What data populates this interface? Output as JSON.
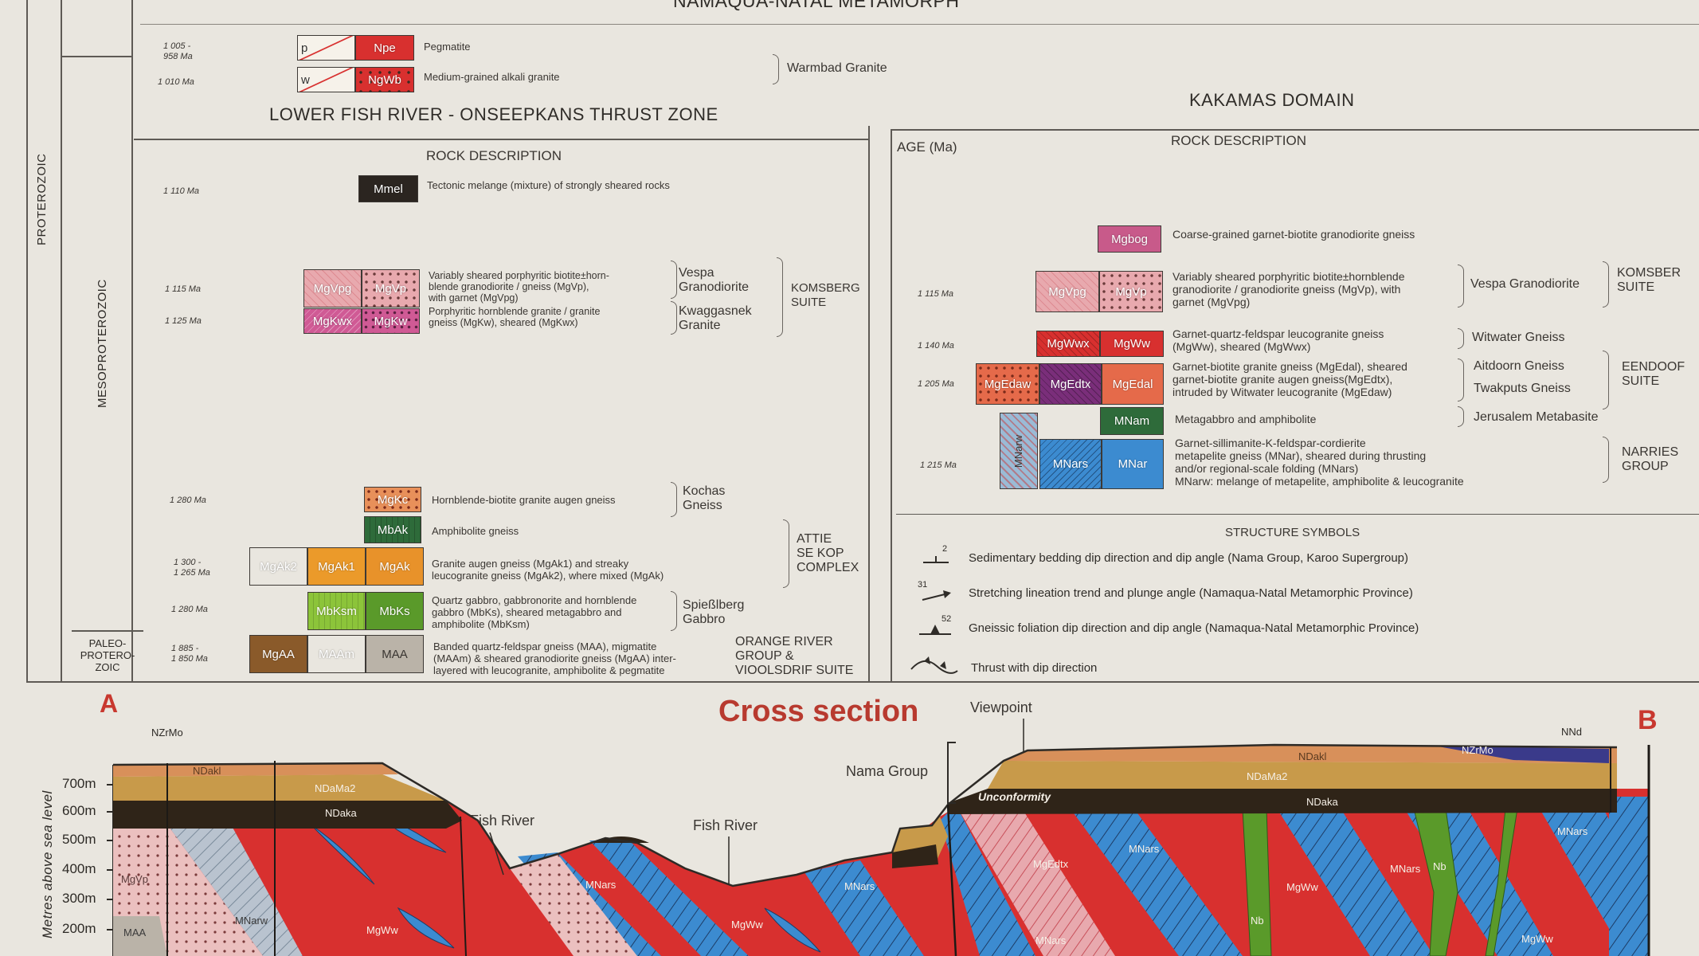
{
  "top_title": "NAMAQUA-NATAL METAMORPH",
  "warmbad": {
    "rows": [
      {
        "age": "1 005 -\n958 Ma",
        "code_left": "p",
        "code": "Npe",
        "desc": "Pegmatite",
        "color": "#d8302f"
      },
      {
        "age": "1 010 Ma",
        "code_left": "w",
        "code": "NgWb",
        "desc": "Medium-grained alkali granite",
        "color": "#d8302f"
      }
    ],
    "group": "Warmbad Granite"
  },
  "eras": {
    "proterozoic": "PROTEROZOIC",
    "mesoproterozoic": "MESOPROTEROZOIC",
    "paleo": "PALEO-\nPROTERO-\nZOIC"
  },
  "left_panel": {
    "title": "LOWER FISH RIVER - ONSEEPKANS THRUST ZONE",
    "rock_desc_header": "ROCK DESCRIPTION",
    "mmel": {
      "age": "1 110 Ma",
      "code": "Mmel",
      "desc": "Tectonic melange (mixture) of strongly sheared rocks"
    },
    "vespa": {
      "age": "1 115 Ma",
      "codes": [
        "MgVpg",
        "MgVp"
      ],
      "desc": "Variably sheared porphyritic biotite±horn-\nblende granodiorite / gneiss (MgVp),\nwith garnet (MgVpg)",
      "group": "Vespa\nGranodiorite"
    },
    "kwagg": {
      "age": "1 125 Ma",
      "codes": [
        "MgKwx",
        "MgKw"
      ],
      "desc": "Porphyritic hornblende granite / granite\ngneiss (MgKw), sheared (MgKwx)",
      "group": "Kwaggasnek\nGranite"
    },
    "komsberg": "KOMSBERG\nSUITE",
    "kochas": {
      "age": "1 280 Ma",
      "code": "MgKc",
      "desc": "Hornblende-biotite granite augen gneiss",
      "group": "Kochas\nGneiss"
    },
    "mbak": {
      "code": "MbAk",
      "desc": "Amphibolite gneiss"
    },
    "attie": {
      "age": "1 300 -\n1 265 Ma",
      "codes": [
        "MgAk2",
        "MgAk1",
        "MgAk"
      ],
      "desc": "Granite augen gneiss (MgAk1) and streaky\nleucogranite gneiss (MgAk2), where mixed (MgAk)",
      "group": "ATTIE\nSE KOP\nCOMPLEX"
    },
    "spiel": {
      "age": "1 280 Ma",
      "codes": [
        "MbKsm",
        "MbKs"
      ],
      "desc": "Quartz gabbro, gabbronorite and hornblende\ngabbro (MbKs), sheared metagabbro and\namphibolite (MbKsm)",
      "group": "Spießlberg\nGabbro"
    },
    "orange": {
      "age": "1 885 -\n1 850 Ma",
      "codes": [
        "MgAA",
        "MAAm",
        "MAA"
      ],
      "desc": "Banded quartz-feldspar gneiss (MAA), migmatite\n(MAAm) & sheared granodiorite gneiss (MgAA) inter-\nlayered with leucogranite, amphibolite & pegmatite",
      "group": "ORANGE RIVER\nGROUP &\nVIOOLSDRIF SUITE"
    }
  },
  "right_panel": {
    "title": "KAKAMAS DOMAIN",
    "age_header": "AGE (Ma)",
    "rock_desc_header": "ROCK DESCRIPTION",
    "mgbog": {
      "code": "Mgbog",
      "desc": "Coarse-grained garnet-biotite granodiorite gneiss"
    },
    "vespa": {
      "age": "1 115 Ma",
      "codes": [
        "MgVpg",
        "MgVp"
      ],
      "desc": "Variably sheared porphyritic biotite±hornblende\ngranodiorite / granodiorite gneiss (MgVp), with\ngarnet (MgVpg)",
      "group": "Vespa Granodiorite"
    },
    "komsberg": "KOMSBER\nSUITE",
    "witwater": {
      "age": "1 140 Ma",
      "codes": [
        "MgWwx",
        "MgWw"
      ],
      "desc": "Garnet-quartz-feldspar leucogranite gneiss\n(MgWw), sheared (MgWwx)",
      "group": "Witwater Gneiss"
    },
    "edal": {
      "age": "1 205 Ma",
      "codes": [
        "MgEdaw",
        "MgEdtx",
        "MgEdal"
      ],
      "desc": "Garnet-biotite granite gneiss (MgEdal), sheared\ngarnet-biotite granite augen gneiss(MgEdtx),\nintruded by Witwater leucogranite (MgEdaw)",
      "group1": "Aitdoorn Gneiss",
      "group2": "Twakputs Gneiss"
    },
    "eendoorn": "EENDOOF\nSUITE",
    "mnam": {
      "code": "MNam",
      "desc": "Metagabbro and amphibolite",
      "group": "Jerusalem Metabasite"
    },
    "mnar": {
      "age": "1 215 Ma",
      "codes": [
        "MNarw",
        "MNars",
        "MNar"
      ],
      "desc": "Garnet-sillimanite-K-feldspar-cordierite\nmetapelite gneiss (MNar), sheared during thrusting\nand/or regional-scale folding (MNars)\nMNarw: melange of metapelite, amphibolite & leucogranite",
      "group": "NARRIES\nGROUP"
    },
    "structure": {
      "title": "STRUCTURE SYMBOLS",
      "items": [
        {
          "num": "2",
          "text": "Sedimentary bedding dip direction and dip angle (Nama Group, Karoo Supergroup)"
        },
        {
          "num": "31",
          "text": "Stretching lineation trend and plunge angle (Namaqua-Natal Metamorphic Province)"
        },
        {
          "num": "52",
          "text": "Gneissic foliation dip direction and dip angle (Namaqua-Natal Metamorphic Province)"
        },
        {
          "num": "",
          "text": "Thrust with dip direction"
        }
      ]
    }
  },
  "cross_section": {
    "title": "Cross section",
    "label_a": "A",
    "label_b": "B",
    "viewpoint": "Viewpoint",
    "nama_group": "Nama Group",
    "unconformity": "Unconformity",
    "fish_river_1": "Fish River",
    "fish_river_2": "Fish River",
    "y_axis_label": "Metres above sea level",
    "y_ticks": [
      "700m",
      "600m",
      "500m",
      "400m",
      "300m",
      "200m"
    ],
    "units": [
      "NZrMo",
      "NDakl",
      "NDaMa2",
      "NDaka",
      "MgVp",
      "MNarw",
      "MAA",
      "MgWw",
      "MNars",
      "MgEdtx",
      "Nb",
      "NNd"
    ]
  },
  "colors": {
    "red": "#d8302f",
    "blue": "#3c8bd0",
    "orange": "#e89a2a",
    "green": "#5a9a2a",
    "darkgreen": "#2e6b3a",
    "pink": "#e79aa3",
    "magenta": "#c85a8a",
    "purple": "#7a2e7a",
    "brown": "#8a5a2a",
    "grey": "#b8b2a8",
    "tan": "#c89a4a",
    "darkbrown": "#2f2418",
    "salmon": "#e56a4a"
  }
}
